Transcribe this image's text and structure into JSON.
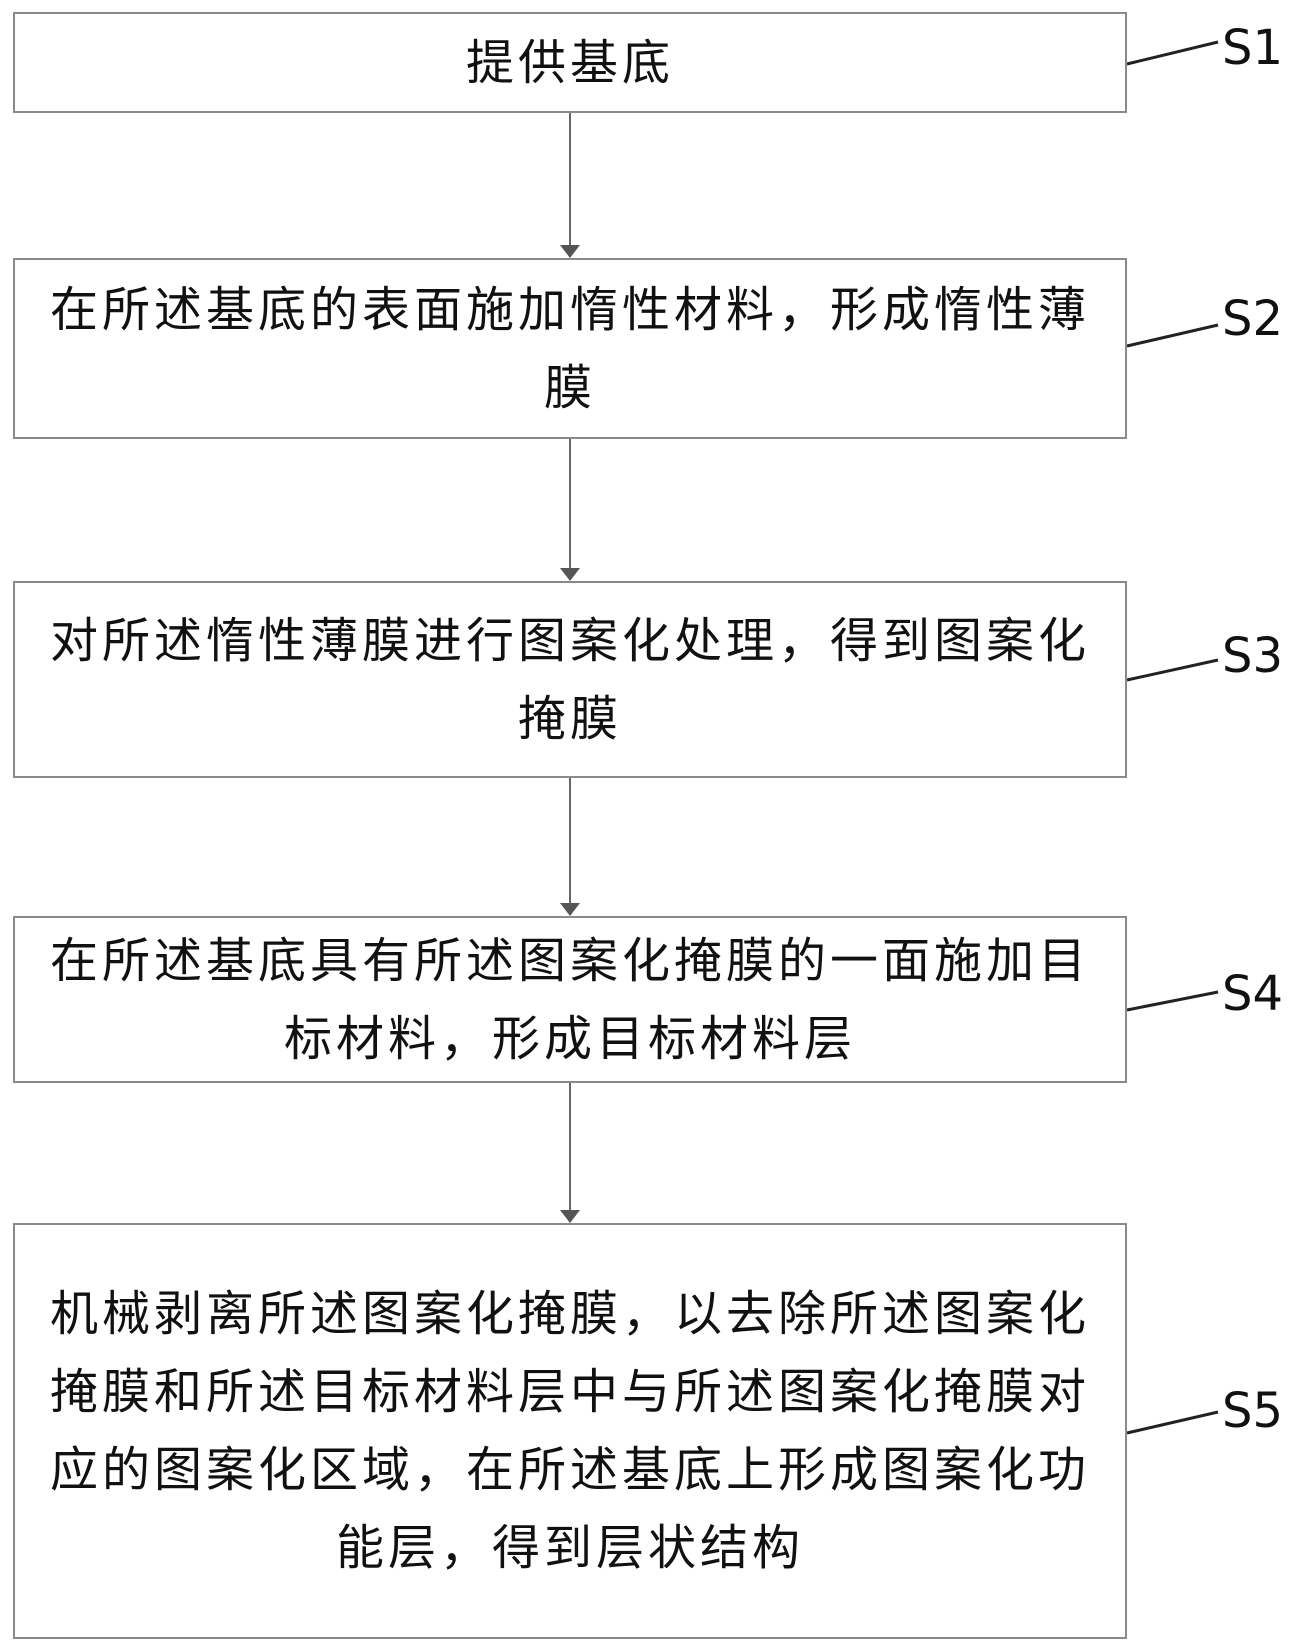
{
  "steps": [
    {
      "id": "S1",
      "text": "提供基底"
    },
    {
      "id": "S2",
      "text": "在所述基底的表面施加惰性材料，形成惰性薄膜"
    },
    {
      "id": "S3",
      "text": "对所述惰性薄膜进行图案化处理，得到图案化掩膜"
    },
    {
      "id": "S4",
      "text": "在所述基底具有所述图案化掩膜的一面施加目标材料，形成目标材料层"
    },
    {
      "id": "S5",
      "text": "机械剥离所述图案化掩膜，以去除所述图案化掩膜和所述目标材料层中与所述图案化掩膜对应的图案化区域，在所述基底上形成图案化功能层，得到层状结构"
    }
  ],
  "colors": {
    "border": "#8a8a8a",
    "arrow": "#666666",
    "leader": "#222222",
    "text": "#111111"
  }
}
